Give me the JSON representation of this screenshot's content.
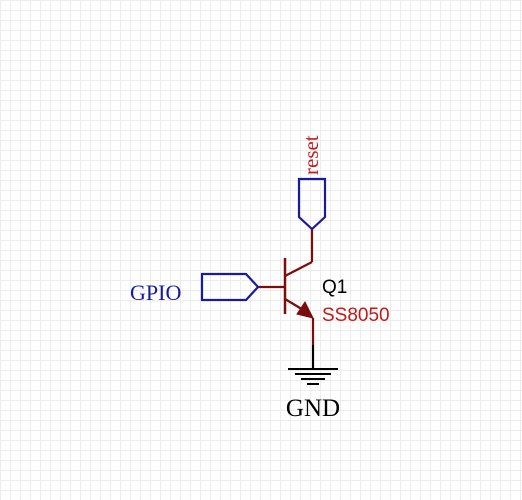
{
  "colors": {
    "wire": "#7a0d0d",
    "net_label": "#1a1a9c",
    "designator": "#000000",
    "value": "#c21a1a",
    "ground": "#000000"
  },
  "component": {
    "designator": "Q1",
    "value": "SS8050"
  },
  "net_labels": {
    "collector": "reset",
    "base": "GPIO",
    "ground": "GND"
  }
}
